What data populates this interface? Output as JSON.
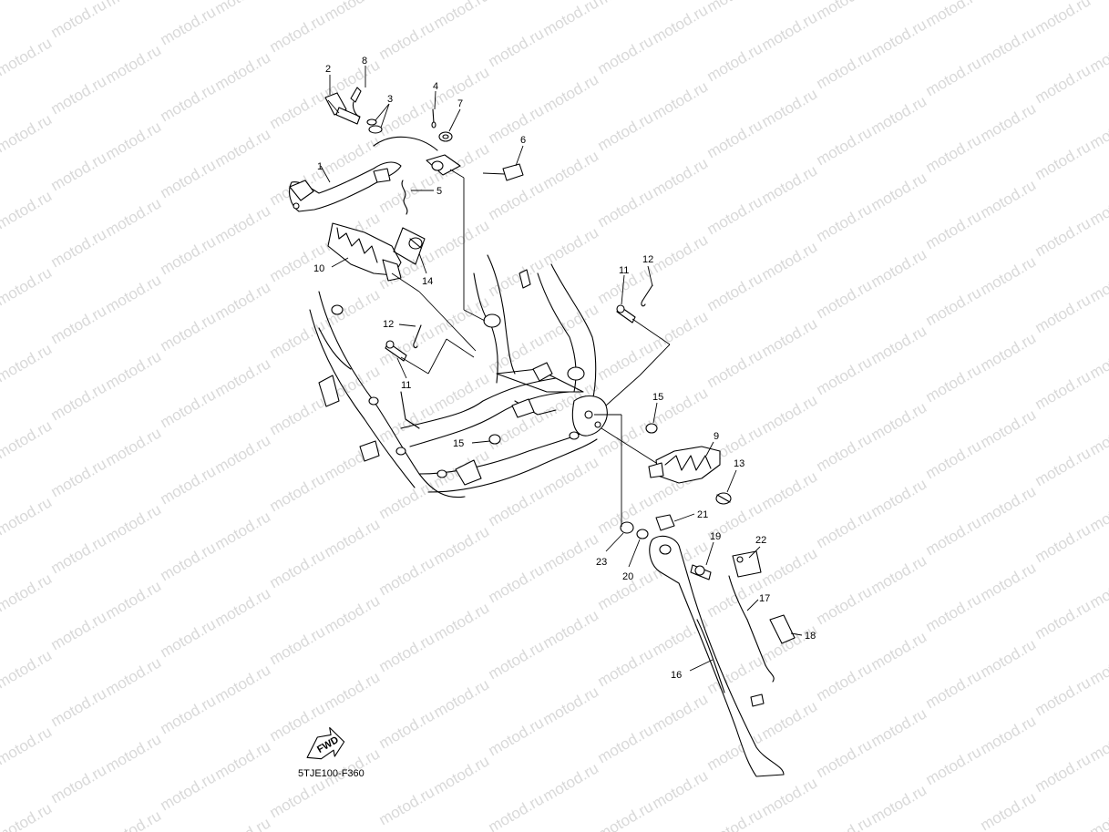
{
  "watermark": "motod.ru",
  "diagram_code": "5TJE100-F360",
  "fwd_label": "FWD",
  "callouts": [
    {
      "num": "1"
    },
    {
      "num": "2"
    },
    {
      "num": "3"
    },
    {
      "num": "4"
    },
    {
      "num": "5"
    },
    {
      "num": "6"
    },
    {
      "num": "7"
    },
    {
      "num": "8"
    },
    {
      "num": "9"
    },
    {
      "num": "10"
    },
    {
      "num": "11"
    },
    {
      "num": "11"
    },
    {
      "num": "12"
    },
    {
      "num": "12"
    },
    {
      "num": "13"
    },
    {
      "num": "14"
    },
    {
      "num": "15"
    },
    {
      "num": "15"
    },
    {
      "num": "16"
    },
    {
      "num": "17"
    },
    {
      "num": "18"
    },
    {
      "num": "19"
    },
    {
      "num": "20"
    },
    {
      "num": "21"
    },
    {
      "num": "22"
    },
    {
      "num": "23"
    }
  ]
}
